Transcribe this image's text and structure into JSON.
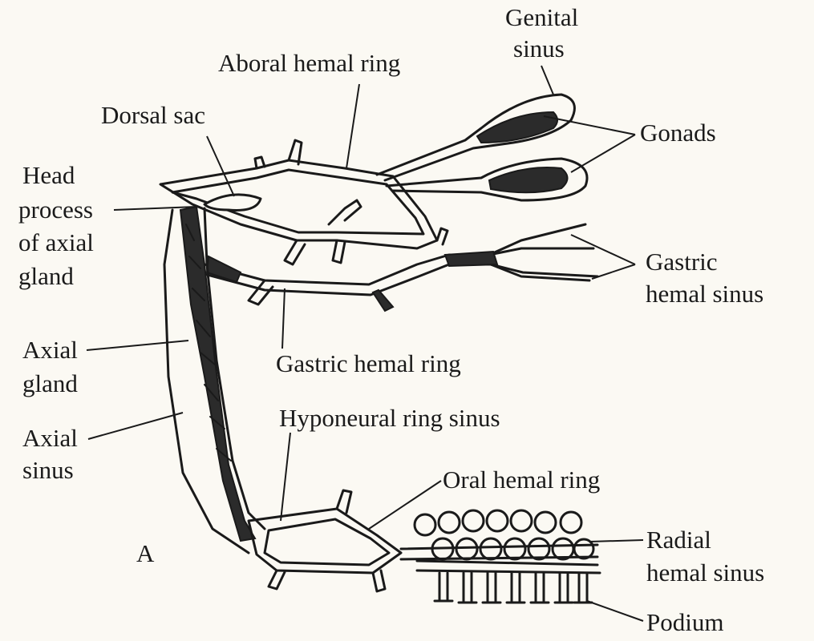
{
  "labels": {
    "genital_sinus_1": "Genital",
    "genital_sinus_2": "sinus",
    "aboral_hemal_ring": "Aboral hemal ring",
    "dorsal_sac": "Dorsal sac",
    "gonads": "Gonads",
    "head_process_1": "Head",
    "head_process_2": "process",
    "head_process_3": "of axial",
    "head_process_4": "gland",
    "gastric_hemal_sinus_1": "Gastric",
    "gastric_hemal_sinus_2": "hemal sinus",
    "axial_gland_1": "Axial",
    "axial_gland_2": "gland",
    "gastric_hemal_ring": "Gastric hemal ring",
    "axial_sinus_1": "Axial",
    "axial_sinus_2": "sinus",
    "hyponeural_ring_sinus": "Hyponeural ring sinus",
    "oral_hemal_ring": "Oral hemal ring",
    "radial_hemal_sinus_1": "Radial",
    "radial_hemal_sinus_2": "hemal sinus",
    "panel_letter": "A",
    "podium": "Podium"
  }
}
